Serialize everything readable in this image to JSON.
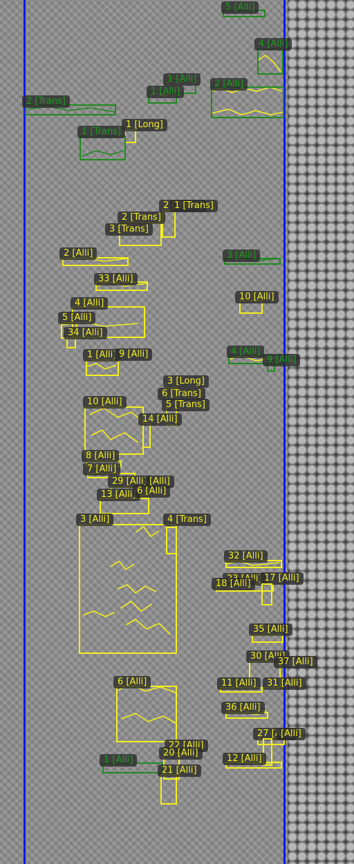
{
  "colors": {
    "lane_line": "#0a18f0",
    "yellow": "#f4f01e",
    "green": "#1f8a1f"
  },
  "labels": [
    "5 [Alli]",
    "4 [Alli]",
    "1 [Alli]",
    "1 [Alli]",
    "2 [Alli]",
    "2 [Trans]",
    "1 [Long]",
    "1 [Trans]",
    "2 [Trans]",
    "1 [Trans]",
    "2 [Trans]",
    "3 [Trans]",
    "2 [Alli]",
    "3 [Alli]",
    "33 [Alli]",
    "4 [Alli]",
    "10 [Alli]",
    "5 [Alli]",
    "34 [Alli]",
    "1 [Alli]",
    "9 [Alli]",
    "4 [Alli]",
    "9 [Alli]",
    "3 [Long]",
    "6 [Trans]",
    "5 [Trans]",
    "10 [Alli]",
    "14 [Alli]",
    "8 [Alli]",
    "7 [Alli]",
    "29 [Alli]",
    "[Alli]",
    "13 [Alli]",
    "6 [Alli]",
    "3 [Alli]",
    "4 [Trans]",
    "32 [Alli]",
    "23 [Alli]",
    "17 [Alli]",
    "18 [Alli]",
    "35 [Alli]",
    "30 [Alli]",
    "37 [Alli]",
    "11 [Alli]",
    "31 [Alli]",
    "6 [Alli]",
    "36 [Alli]",
    "27 [Alli]",
    "[Alli]",
    "22 [Alli]",
    "20 [Alli]",
    "1 [Alli]",
    "12 [Alli]",
    "21 [Alli]"
  ]
}
